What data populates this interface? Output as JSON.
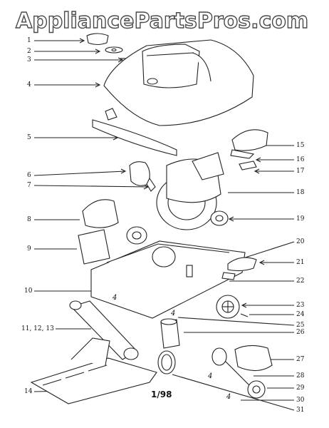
{
  "watermark": "AppliancePartsPros.com",
  "revision": "1/98",
  "callouts_left": [
    "1",
    "2",
    "3",
    "4",
    "5",
    "6",
    "7",
    "8",
    "9",
    "10",
    "11, 12, 13",
    "14"
  ],
  "callouts_right": [
    "15",
    "16",
    "17",
    "18",
    "19",
    "20",
    "21",
    "22",
    "23",
    "24",
    "25",
    "26",
    "27",
    "28",
    "29",
    "30",
    "31"
  ],
  "marks": [
    "4",
    "4",
    "4",
    "4"
  ]
}
